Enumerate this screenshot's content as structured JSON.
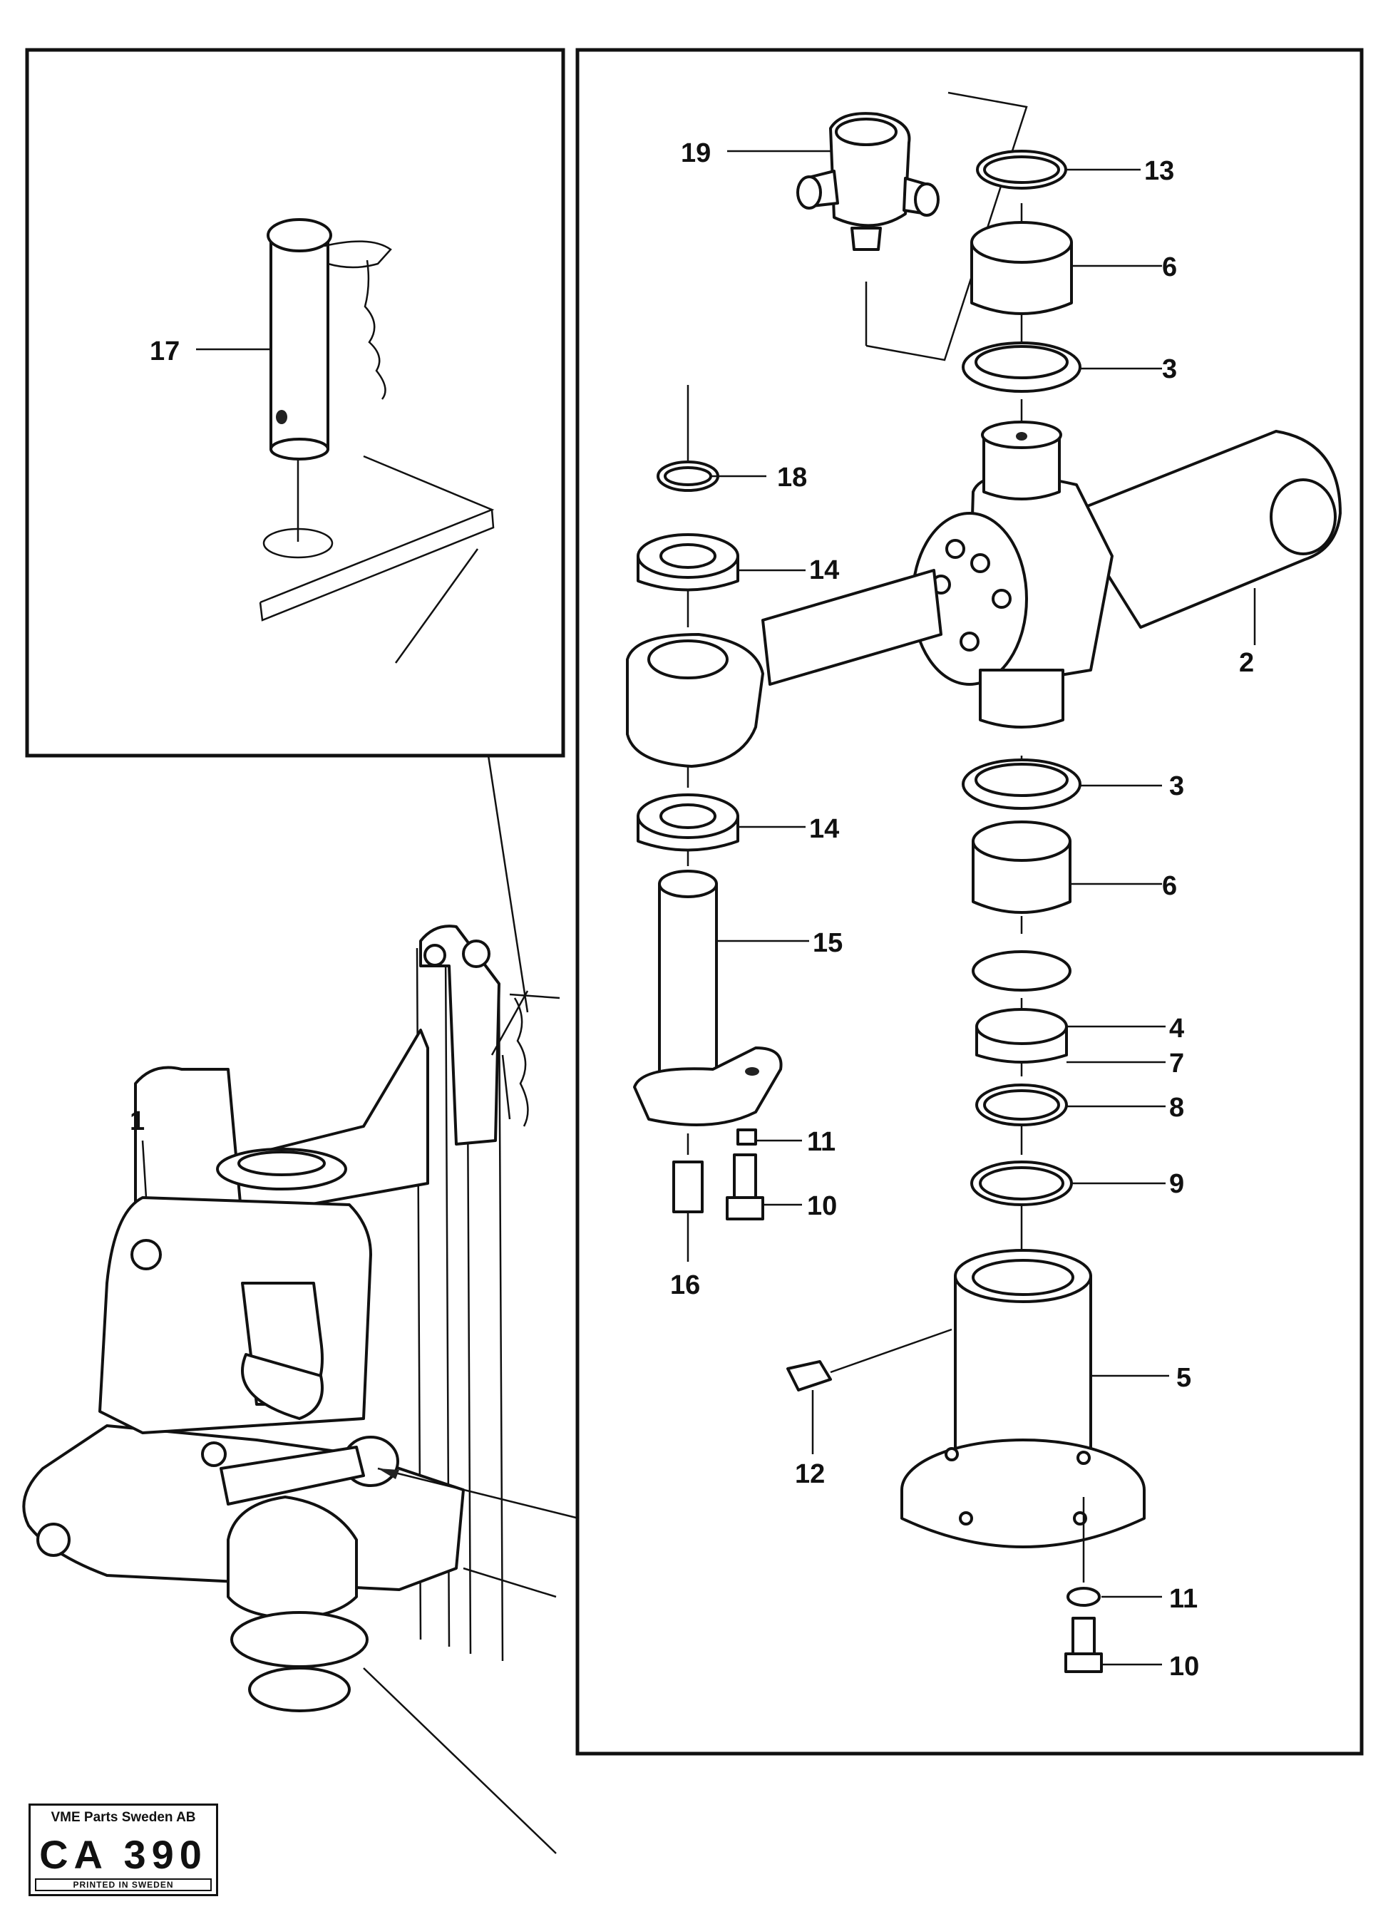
{
  "callouts": {
    "c1": "1",
    "c2": "2",
    "c3a": "3",
    "c3b": "3",
    "c4": "4",
    "c5": "5",
    "c6a": "6",
    "c6b": "6",
    "c7": "7",
    "c8": "8",
    "c9": "9",
    "c10a": "10",
    "c10b": "10",
    "c11a": "11",
    "c11b": "11",
    "c12": "12",
    "c13": "13",
    "c14a": "14",
    "c14b": "14",
    "c15": "15",
    "c16": "16",
    "c17": "17",
    "c18": "18",
    "c19": "19"
  },
  "stamp": {
    "company": "VME Parts Sweden AB",
    "code": "CA 390",
    "printed": "PRINTED IN SWEDEN"
  }
}
